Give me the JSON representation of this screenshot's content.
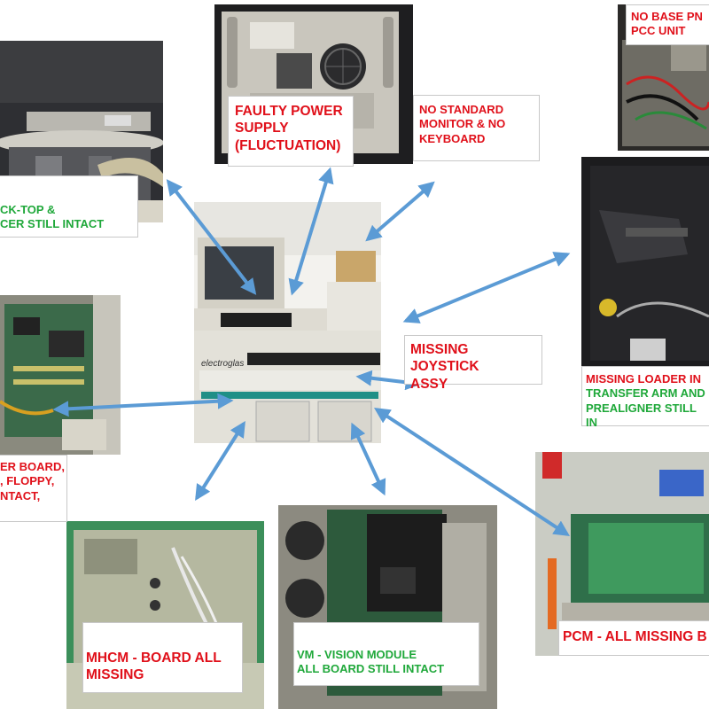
{
  "colors": {
    "label_red": "#e0101a",
    "label_green": "#1fa83a",
    "arrow_blue": "#5b9bd5",
    "panel_teal": "#1f8f86"
  },
  "labels": {
    "chuck_top": [
      "CK-TOP &",
      "CER STILL INTACT"
    ],
    "power_supply": [
      "FAULTY POWER",
      "SUPPLY",
      "(FLUCTUATION)"
    ],
    "no_monitor": [
      "NO STANDARD",
      "MONITOR & NO",
      "KEYBOARD"
    ],
    "pcc_unit": [
      "NO BASE PN",
      "PCC UNIT"
    ],
    "joystick": [
      "MISSING JOYSTICK",
      "ASSY"
    ],
    "loader": [
      "MISSING LOADER IN",
      "TRANSFER ARM AND",
      "PREALIGNER STILL IN"
    ],
    "computer_board": [
      "ER BOARD,",
      ", FLOPPY,",
      "NTACT,"
    ],
    "mhcm": [
      "MHCM - BOARD ALL",
      "MISSING"
    ],
    "vm": [
      "VM - VISION MODULE",
      "ALL BOARD STILL INTACT"
    ],
    "pcm": [
      "PCM - ALL MISSING B"
    ]
  },
  "machine": {
    "brand": "electroglas"
  },
  "arrows": "blue double-headed arrows from center machine photo to each detail photo"
}
